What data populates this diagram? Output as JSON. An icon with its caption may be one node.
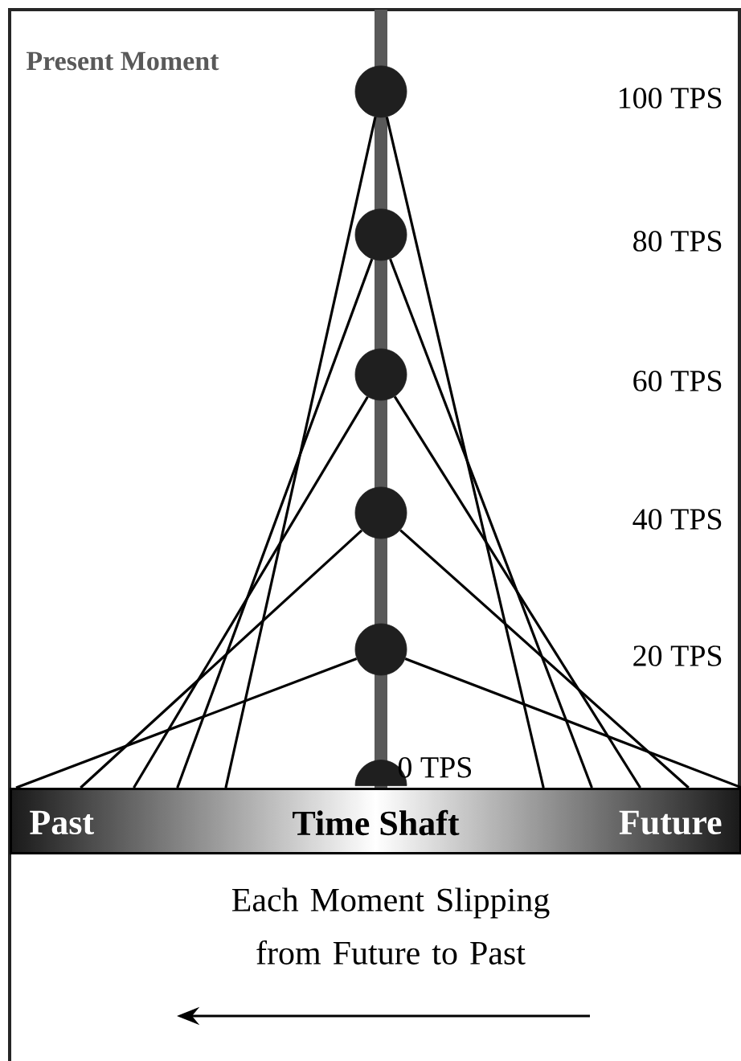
{
  "diagram": {
    "nodes": [
      {
        "text": [],
        "shape": "circle"
      },
      {
        "text": [],
        "shape": "circle"
      },
      {
        "text": [],
        "shape": "circle"
      },
      {
        "text": [],
        "shape": "circle"
      },
      {
        "text": [],
        "shape": "circle"
      },
      {
        "text": [],
        "shape": "semicircle"
      },
      {
        "text": [
          "Past",
          "Time Shaft",
          "Future"
        ]
      }
    ],
    "edges": [
      {
        "from": 0,
        "to": 6,
        "arrow": "none"
      },
      {
        "from": 0,
        "to": 6,
        "arrow": "none"
      },
      {
        "from": 1,
        "to": 6,
        "arrow": "none"
      },
      {
        "from": 1,
        "to": 6,
        "arrow": "none"
      },
      {
        "from": 2,
        "to": 6,
        "arrow": "none"
      },
      {
        "from": 2,
        "to": 6,
        "arrow": "none"
      },
      {
        "from": 3,
        "to": 6,
        "arrow": "none"
      },
      {
        "from": 3,
        "to": 6,
        "arrow": "none"
      },
      {
        "from": 4,
        "to": 6,
        "arrow": "none"
      },
      {
        "from": 4,
        "to": 6,
        "arrow": "none"
      }
    ],
    "labels": [
      "Present Moment",
      "100 TPS",
      "80 TPS",
      "60 TPS",
      "40 TPS",
      "20 TPS",
      "0 TPS",
      "Each Moment Slipping from Future to Past"
    ]
  }
}
